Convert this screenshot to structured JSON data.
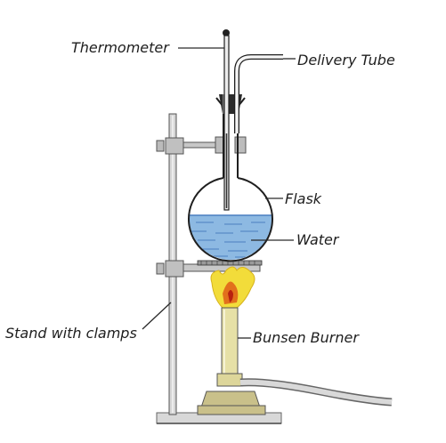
{
  "labels": {
    "thermometer": "Thermometer",
    "delivery_tube": "Delivery Tube",
    "flask": "Flask",
    "water": "Water",
    "stand": "Stand with clamps",
    "burner": "Bunsen Burner"
  },
  "colors": {
    "water": "#8db9e2",
    "water_dark": "#4a7fc0",
    "glass": "#1f1f1f",
    "clamp": "#b9b9b9",
    "stand_rod": "#d6d6d6",
    "burner": "#e6e0a6",
    "burner_dark": "#c9c08a",
    "flame_outer": "#f2dc3a",
    "flame_inner": "#e2701c",
    "rubber_tube": "#d9d9d9",
    "base": "#d8d8d8"
  },
  "icons": {
    "thermometer": "thermometer-icon",
    "flask": "round-bottom-flask-icon",
    "burner": "bunsen-burner-icon",
    "stand": "retort-stand-icon",
    "flame": "flame-icon"
  }
}
